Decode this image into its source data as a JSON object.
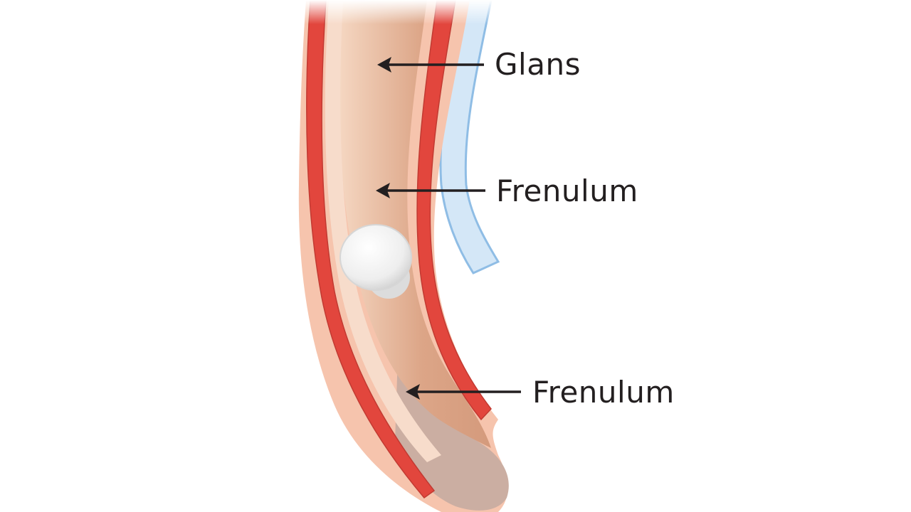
{
  "labels": {
    "glans": "Glans",
    "frenulum_upper": "Frenulum",
    "frenulum_lower": "Frenulum"
  },
  "colors": {
    "background": "#ffffff",
    "outer_tissue": "#f6c4ad",
    "vessel_red": "#e2463d",
    "inner_core": "#d9a182",
    "inner_core_light": "#f3d2bb",
    "lower_canal": "#c9a89b",
    "blue_sheath": "#cfe4f6",
    "blue_sheath_edge": "#8fbde5",
    "growth_white": "#f1f1f1",
    "label_text": "#231f20"
  },
  "icons": [
    "arrow-glans-icon",
    "arrow-frenulum-upper-icon",
    "arrow-frenulum-lower-icon"
  ]
}
